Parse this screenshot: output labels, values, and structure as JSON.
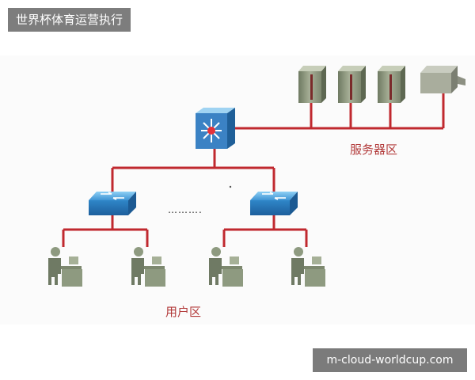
{
  "header": {
    "title": "世界杯体育运营执行"
  },
  "watermark": {
    "text": "m-cloud-worldcup.com"
  },
  "zones": {
    "server": "服务器区",
    "user": "用户区"
  },
  "ellipsis": "……….",
  "colors": {
    "link": "#c0292f",
    "switch": "#2f86c8",
    "core": "#3b82c4",
    "server": "#8f9b7f",
    "title_bg": "#7d7d7d"
  },
  "icons": {
    "core_switch": "core-switch-icon",
    "access_switch": "access-switch-icon",
    "server": "server-icon",
    "printer": "printer-icon",
    "workstation": "workstation-icon"
  }
}
